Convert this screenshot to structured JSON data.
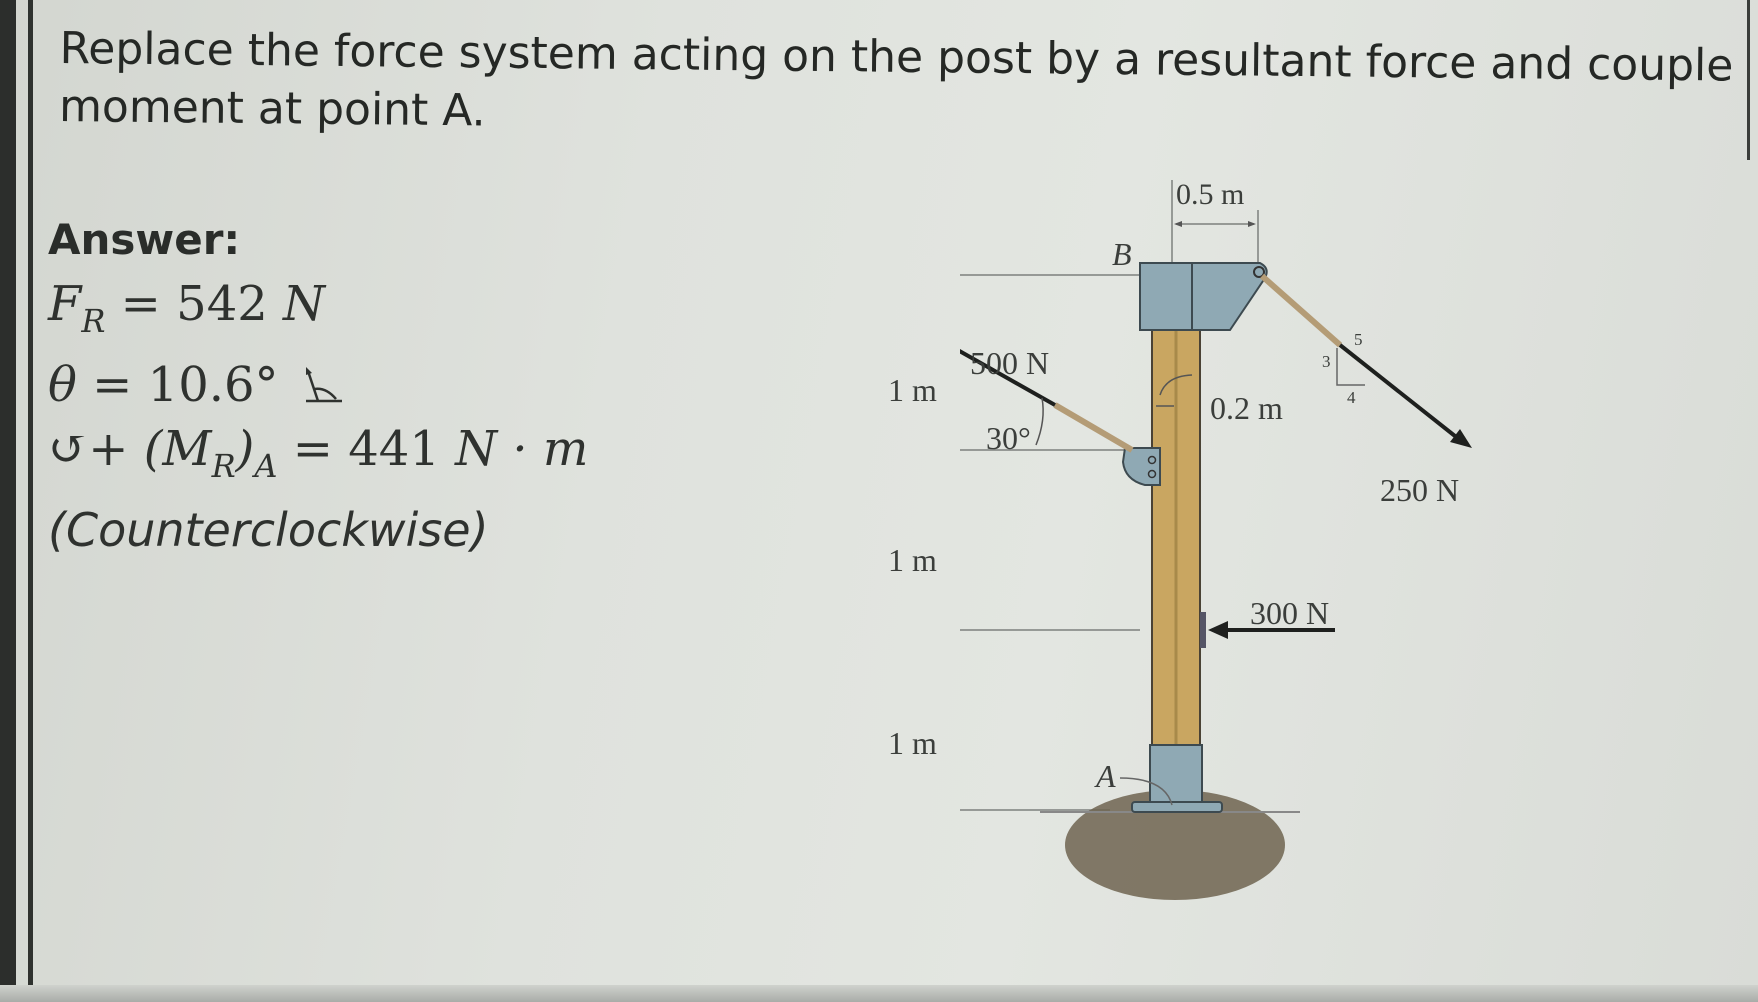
{
  "question": {
    "text": "Replace the force system acting on the post by a resultant force and couple moment at point A."
  },
  "answer": {
    "title": "Answer:",
    "resultant_force": {
      "symbol": "F",
      "subscript": "R",
      "equals": "=",
      "value": "542",
      "unit": "N"
    },
    "angle": {
      "symbol": "θ",
      "equals": "=",
      "value": "10.6°",
      "icon": "angle-direction-icon"
    },
    "moment": {
      "prefix": "↺+",
      "symbol": "(M",
      "subscript_r": "R",
      "close": ")",
      "subscript_a": "A",
      "equals": "=",
      "value": "441",
      "unit": "N · m"
    },
    "direction_note": "(Counterclockwise)"
  },
  "figure": {
    "labels": {
      "top_width": "0.5 m",
      "point_b": "B",
      "force_500": "500 N",
      "dim_1m_top": "1 m",
      "dim_1m_mid": "1 m",
      "dim_1m_bottom": "1 m",
      "angle_30": "30°",
      "offset_02": "0.2 m",
      "slope_3": "3",
      "slope_4": "4",
      "slope_5": "5",
      "force_250": "250 N",
      "force_300": "300 N",
      "point_a": "A"
    },
    "colors": {
      "post_wood": "#c9a661",
      "bracket": "#8fa9b4",
      "arrow": "#1e201e",
      "soil": "#6e6450"
    }
  }
}
